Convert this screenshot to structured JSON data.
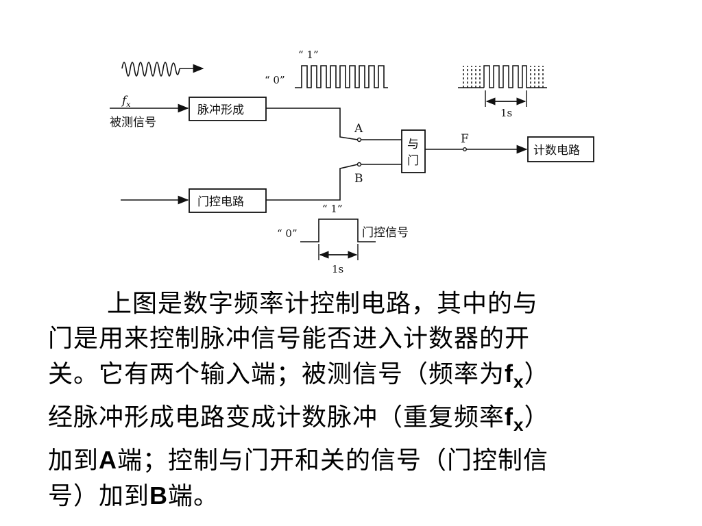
{
  "diagram": {
    "input_signal": {
      "symbol": "f",
      "subscript": "x",
      "label": "被测信号"
    },
    "blocks": {
      "pulse_forming": "脉冲形成",
      "and_gate_line1": "与",
      "and_gate_line2": "门",
      "counter": "计数电路",
      "gate_control": "门控电路"
    },
    "node_labels": {
      "a": "A",
      "b": "B",
      "f": "F"
    },
    "levels": {
      "one": "“ 1”",
      "zero": "“ 0”"
    },
    "gate_signal_label": "门控信号",
    "durations": {
      "top": "1s",
      "bottom": "1s"
    }
  },
  "text": {
    "line1": "上图是数字频率计控制电路，其中的与",
    "line2": "门是用来控制脉冲信号能否进入计数器的开",
    "line3_pre": "关。它有两个输入端；被测信号（频率为",
    "fx_main": "f",
    "fx_sub": "x",
    "line3_post": "）",
    "line4_pre": "经脉冲形成电路变成计数脉冲（重复频率",
    "line4_post": "）",
    "line5_pre": "加到",
    "a_label": "A",
    "line5_post": "端；控制与门开和关的信号（门控制信",
    "line6_pre": "号）加到",
    "b_label": "B",
    "line6_post": "端。"
  }
}
